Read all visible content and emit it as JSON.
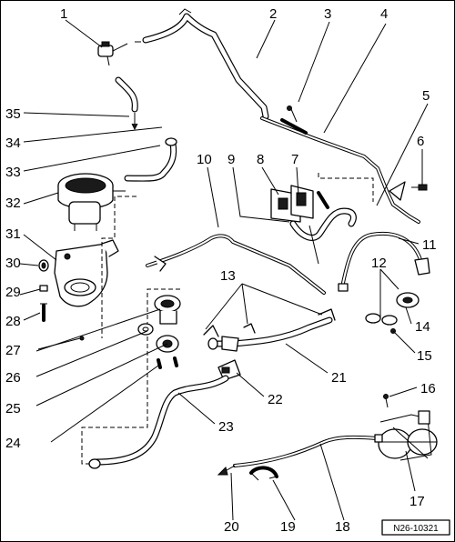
{
  "diagram": {
    "reference": "N26-10321",
    "callouts": [
      "1",
      "2",
      "3",
      "4",
      "5",
      "6",
      "7",
      "8",
      "9",
      "10",
      "11",
      "12",
      "13",
      "14",
      "15",
      "16",
      "17",
      "18",
      "19",
      "20",
      "21",
      "22",
      "23",
      "24",
      "25",
      "26",
      "27",
      "28",
      "29",
      "30",
      "31",
      "32",
      "33",
      "34",
      "35"
    ]
  },
  "colors": {
    "ink": "#000000",
    "paper": "#ffffff"
  }
}
